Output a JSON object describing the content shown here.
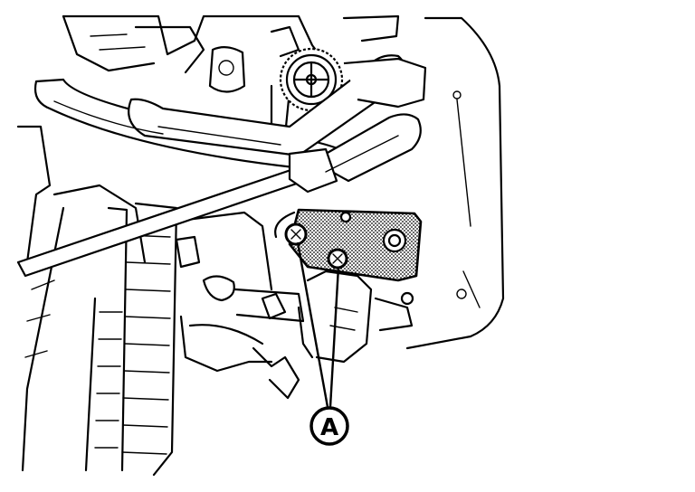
{
  "callout": {
    "label": "A"
  },
  "colors": {
    "line": "#000000",
    "background": "#ffffff",
    "bracket_fill": "#b8b8b8"
  },
  "parts": [
    "bracket",
    "bolt",
    "bolt",
    "gear",
    "hoses",
    "tube"
  ]
}
